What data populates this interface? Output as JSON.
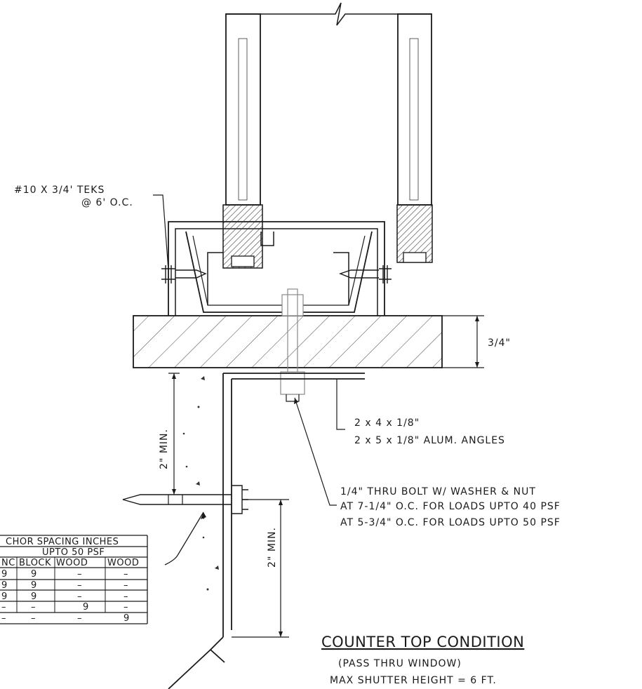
{
  "labels": {
    "teks_line1": "#10 X 3/4' TEKS",
    "teks_line2": "@ 6' O.C.",
    "thickness": "3/4\"",
    "angles_line1": "2 x 4 x 1/8\"",
    "angles_line2": "2 x 5 x 1/8\" ALUM. ANGLES",
    "bolt_line1": "1/4\" THRU BOLT W/ WASHER & NUT",
    "bolt_line2": "AT 7-1/4\" O.C. FOR LOADS UPTO 40 PSF",
    "bolt_line3": "AT 5-3/4\" O.C. FOR LOADS UPTO 50 PSF",
    "min_left": "2\" MIN.",
    "min_right": "2\" MIN."
  },
  "title": "COUNTER TOP CONDITION",
  "subtitle_line1": "(PASS THRU WINDOW)",
  "subtitle_line2": "MAX SHUTTER HEIGHT = 6 FT.",
  "table": {
    "header1": "CHOR SPACING INCHES",
    "header2": "UPTO 50 PSF",
    "columns": [
      "NC",
      "BLOCK",
      "WOOD",
      "WOOD"
    ],
    "rows": [
      [
        "9",
        "9",
        "–",
        "–"
      ],
      [
        "9",
        "9",
        "–",
        "–"
      ],
      [
        "9",
        "9",
        "–",
        "–"
      ],
      [
        "–",
        "–",
        "9",
        "–"
      ],
      [
        "–",
        "–",
        "–",
        "9"
      ]
    ]
  }
}
